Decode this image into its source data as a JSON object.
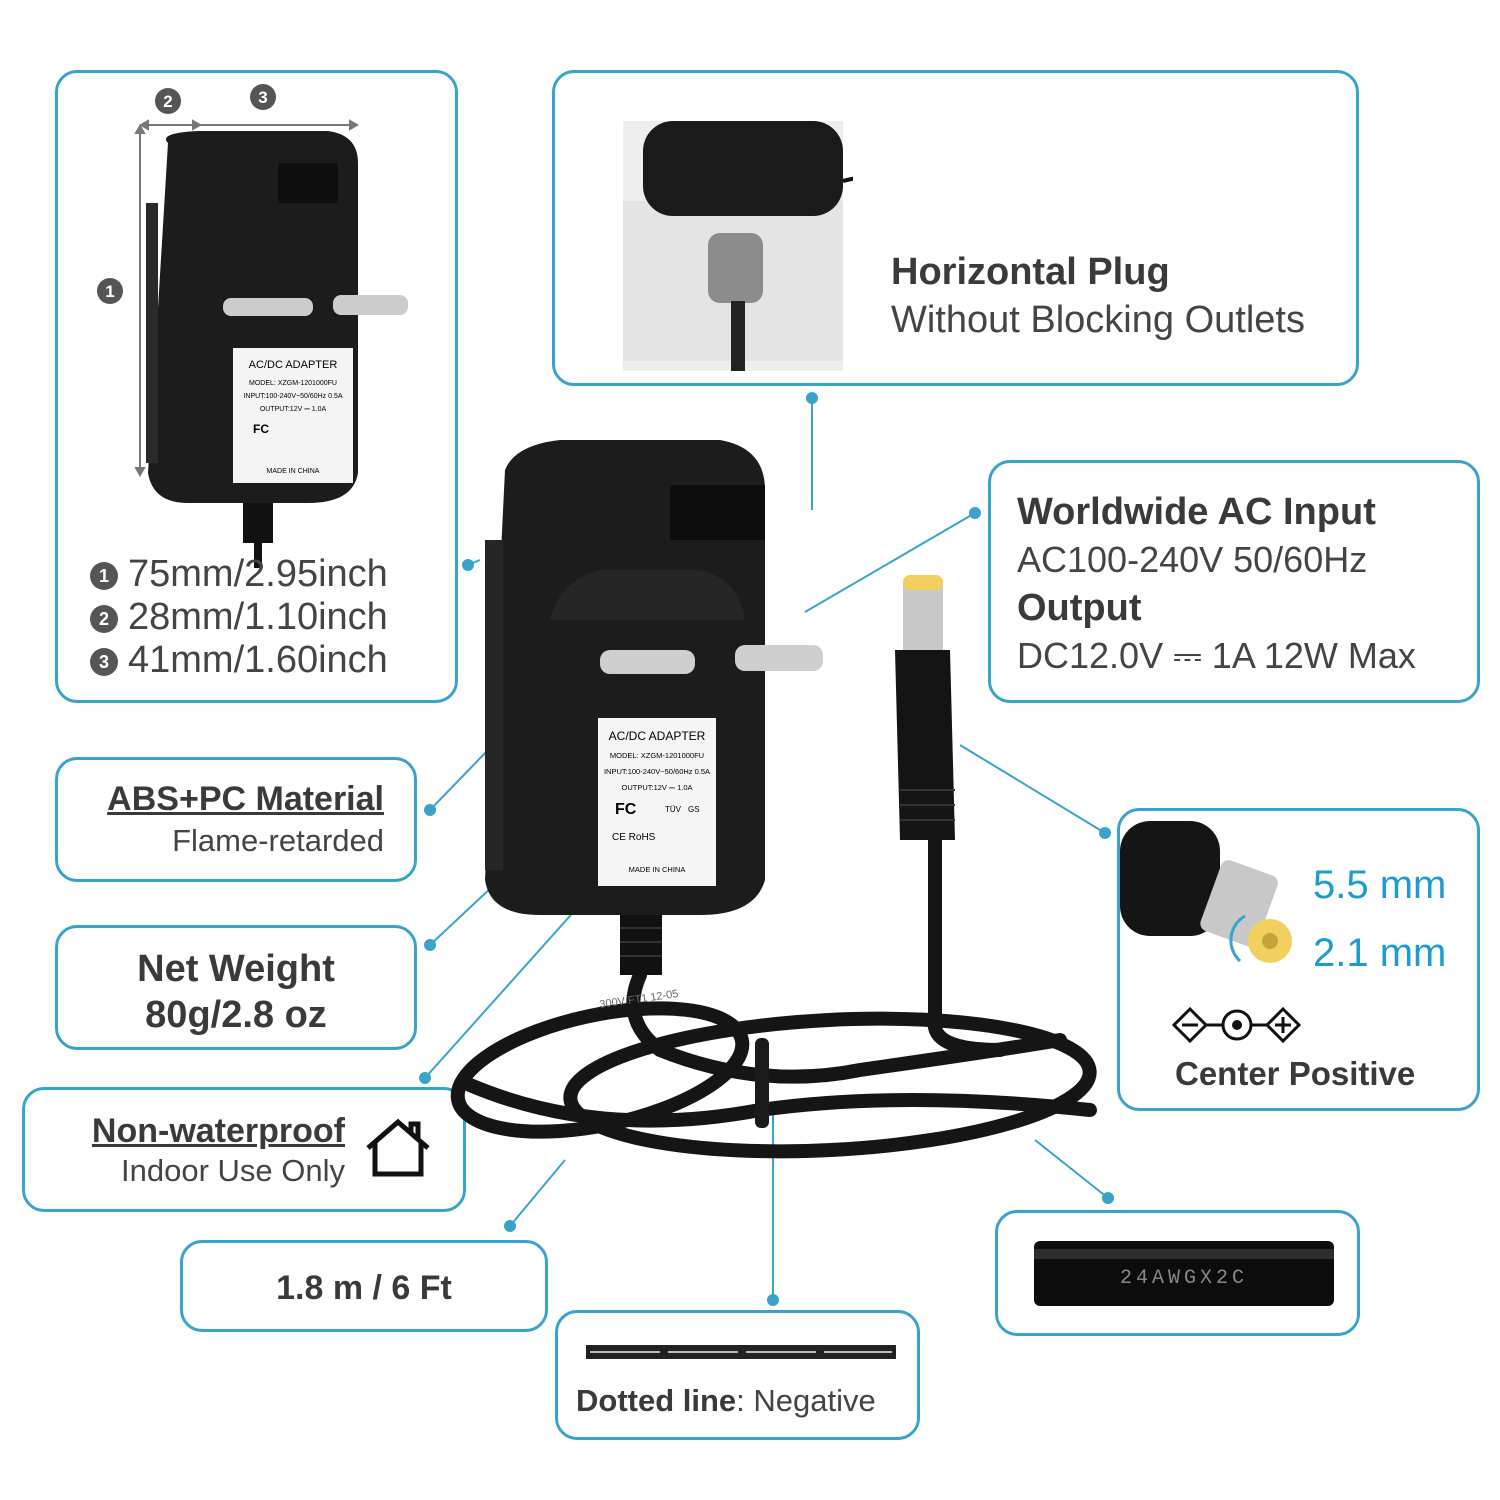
{
  "dimensions": {
    "marker_1": "1",
    "marker_2": "2",
    "marker_3": "3",
    "rows": [
      {
        "num": "1",
        "text": "75mm/2.95inch"
      },
      {
        "num": "2",
        "text": "28mm/1.10inch"
      },
      {
        "num": "3",
        "text": "41mm/1.60inch"
      }
    ]
  },
  "adapter_label": {
    "title": "AC/DC ADAPTER",
    "model": "MODEL: XZGM-1201000FU",
    "input": "INPUT:100-240V~50/60Hz 0.5A",
    "output": "OUTPUT:12V ⎓ 1.0A",
    "fc": "FC",
    "tuv": "TÜV",
    "gs": "GS",
    "ce_rohs": "CE RoHS",
    "made_in": "MADE IN CHINA"
  },
  "horizontal_plug": {
    "title": "Horizontal Plug",
    "subtitle": "Without Blocking Outlets"
  },
  "ac_input": {
    "title": "Worldwide AC Input",
    "input_value": "AC100-240V 50/60Hz",
    "output_title": "Output",
    "output_value": "DC12.0V ⎓ 1A 12W Max"
  },
  "material": {
    "title": "ABS+PC Material",
    "subtitle": "Flame-retarded"
  },
  "net_weight": {
    "title": "Net Weight",
    "value": "80g/2.8 oz"
  },
  "waterproof": {
    "title": "Non-waterproof",
    "subtitle": "Indoor Use Only"
  },
  "length": {
    "value": "1.8 m / 6 Ft"
  },
  "dotted_line": {
    "bold": "Dotted line",
    "rest": ": Negative"
  },
  "connector": {
    "outer": "5.5 mm",
    "inner": "2.1 mm",
    "polarity": "Center Positive"
  },
  "wire": {
    "print": "24AWGX2C"
  },
  "cable_print": "300V FT1 12-05",
  "colors": {
    "accent": "#3aa3c9",
    "body": "#1c1c1c",
    "tip": "#f2d060"
  }
}
